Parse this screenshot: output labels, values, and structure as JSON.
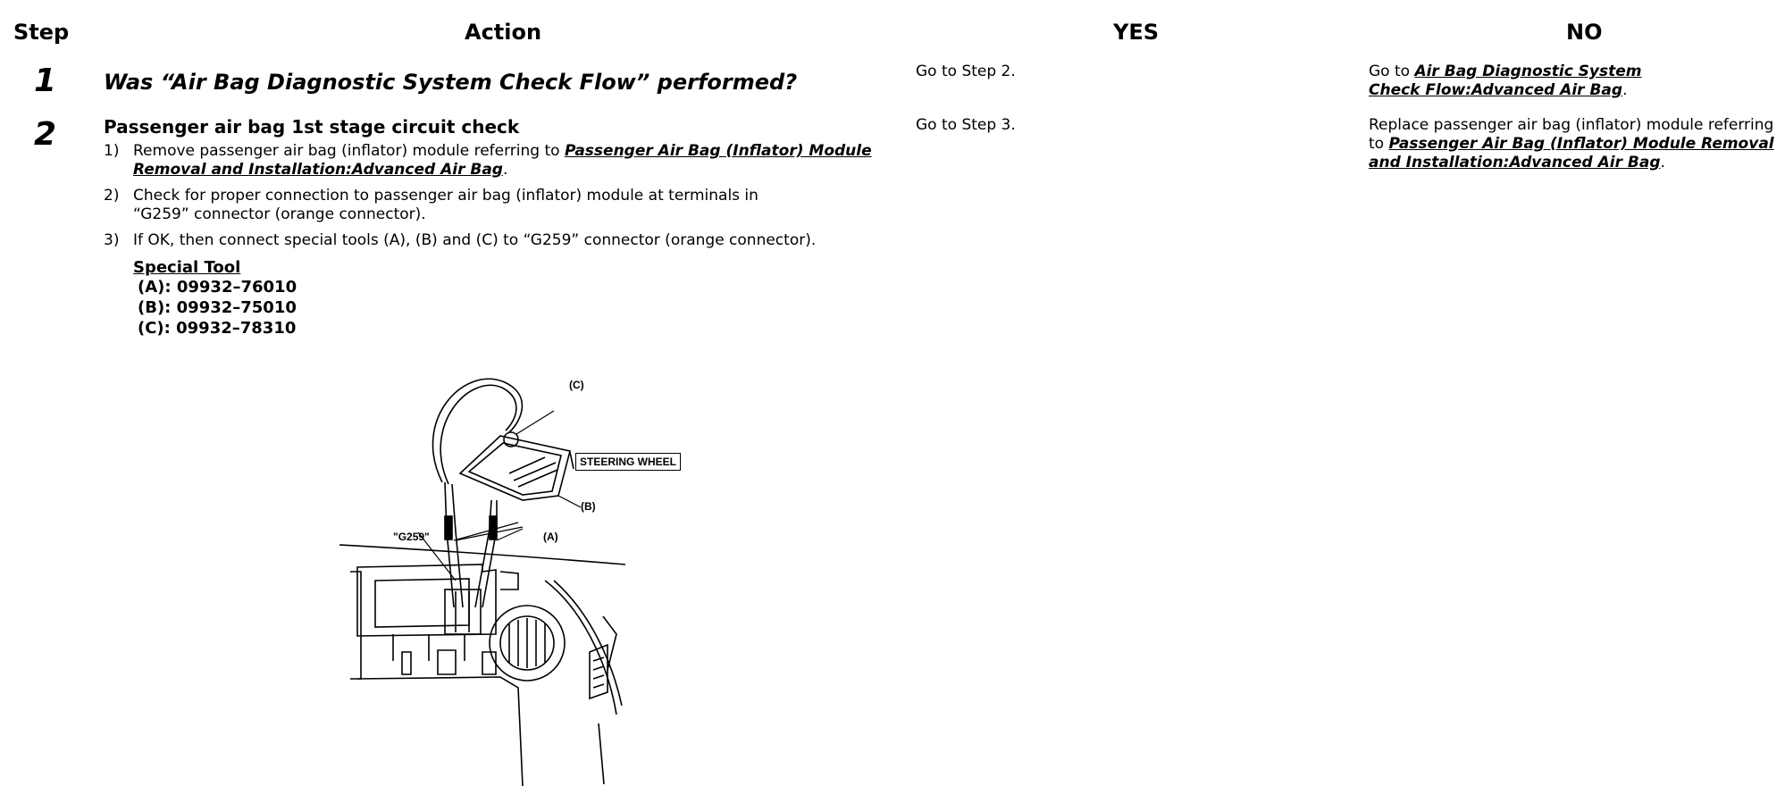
{
  "headers": {
    "step": "Step",
    "action": "Action",
    "yes": "YES",
    "no": "NO"
  },
  "rows": [
    {
      "step": "1",
      "question": "Was “Air Bag Diagnostic System Check Flow” performed?",
      "yes": "Go to Step 2.",
      "no_prefix": "Go to ",
      "no_link": "Air Bag Diagnostic System Check Flow:Advanced Air Bag",
      "no_suffix": "."
    },
    {
      "step": "2",
      "title": "Passenger air bag 1st stage circuit check",
      "items": [
        {
          "num": "1)",
          "text": "Remove passenger air bag (inflator) module referring to ",
          "link": "Passenger Air Bag (Inflator) Module Removal and Installation:Advanced Air Bag",
          "suffix": "."
        },
        {
          "num": "2)",
          "text": "Check for proper connection to passenger air bag (inflator) module at terminals in “G259” connector (orange connector)."
        },
        {
          "num": "3)",
          "text": "If OK, then connect special tools (A), (B) and (C) to “G259” connector (orange connector)."
        }
      ],
      "special_tool": {
        "heading": "Special Tool",
        "tools": [
          "(A): 09932–76010",
          "(B): 09932–75010",
          "(C): 09932–78310"
        ]
      },
      "figure_labels": {
        "c": "(C)",
        "steering": "STEERING WHEEL",
        "b": "(B)",
        "g259": "\"G259\"",
        "a": "(A)"
      },
      "yes": "Go to Step 3.",
      "no_text": "Replace passenger air bag (inflator) module referring to ",
      "no_link": "Passenger Air Bag (Inflator) Module Removal and Installation:Advanced Air Bag",
      "no_suffix": "."
    }
  ]
}
